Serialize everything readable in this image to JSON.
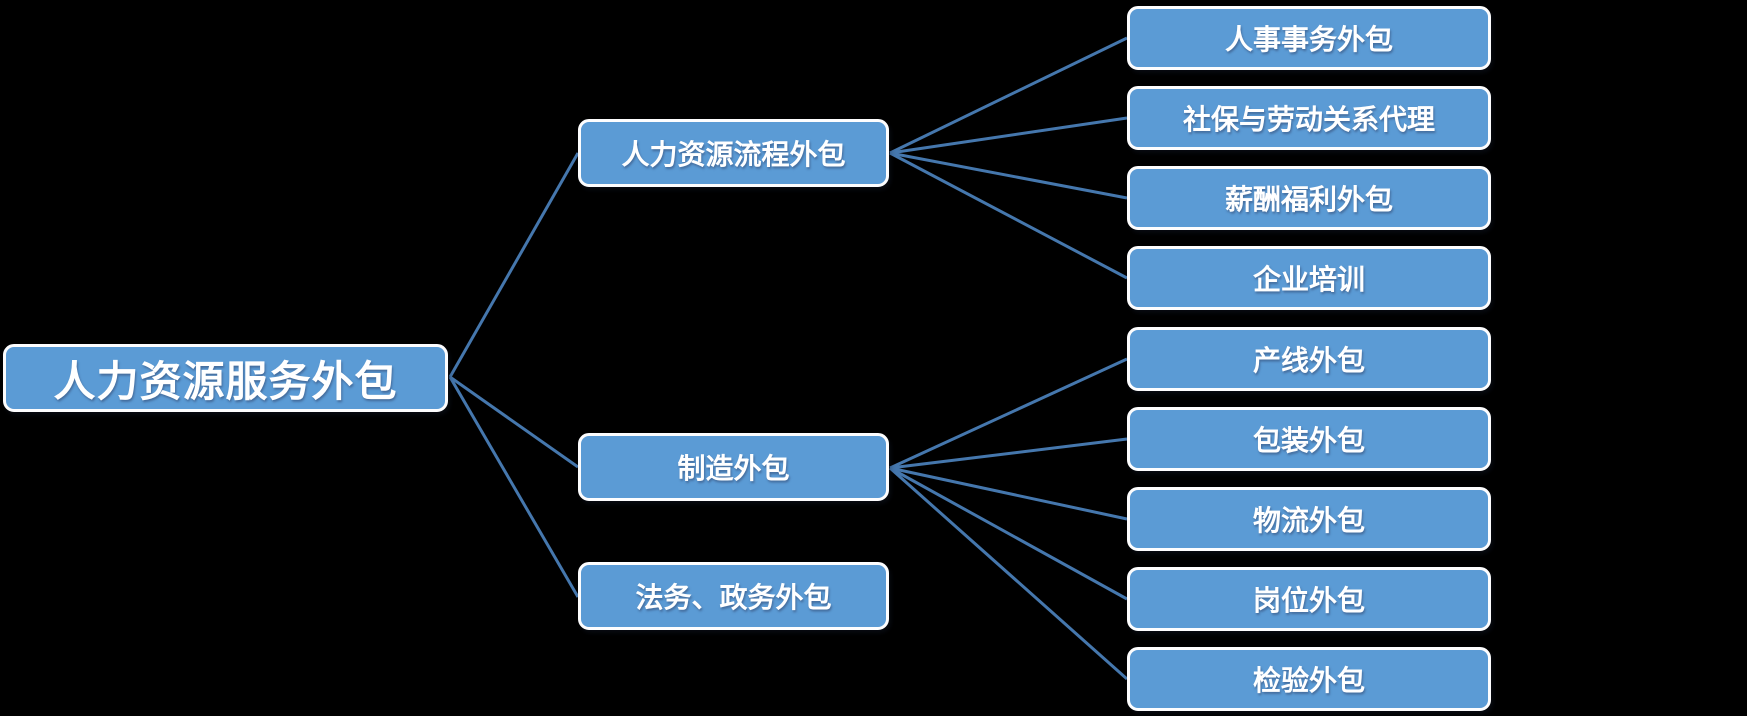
{
  "diagram": {
    "type": "tree",
    "direction": "left-to-right",
    "colors": {
      "node_fill": "#5B9BD5",
      "node_border": "#FDFDFE",
      "node_text": "#FFFFFF",
      "connector": "#4577AD",
      "background": "#000000"
    },
    "root": {
      "label": "人力资源服务外包"
    },
    "branches": [
      {
        "label": "人力资源流程外包",
        "children": [
          {
            "label": "人事事务外包"
          },
          {
            "label": "社保与劳动关系代理"
          },
          {
            "label": "薪酬福利外包"
          },
          {
            "label": "企业培训"
          }
        ]
      },
      {
        "label": "制造外包",
        "children": [
          {
            "label": "产线外包"
          },
          {
            "label": "包装外包"
          },
          {
            "label": "物流外包"
          },
          {
            "label": "岗位外包"
          },
          {
            "label": "检验外包"
          }
        ]
      },
      {
        "label": "法务、政务外包",
        "children": []
      }
    ]
  }
}
